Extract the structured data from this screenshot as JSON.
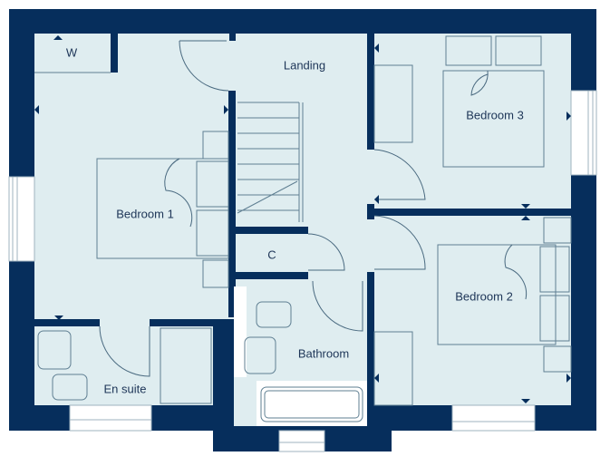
{
  "colors": {
    "wall": "#062e5c",
    "floor": "#dfedf0",
    "window": "#ffffff",
    "fixture_line": "#5f7f92"
  },
  "rooms": {
    "wardrobe": "W",
    "landing": "Landing",
    "bedroom3": "Bedroom 3",
    "bedroom1": "Bedroom 1",
    "cupboard": "C",
    "bedroom2": "Bedroom 2",
    "bathroom": "Bathroom",
    "ensuite": "En suite"
  }
}
